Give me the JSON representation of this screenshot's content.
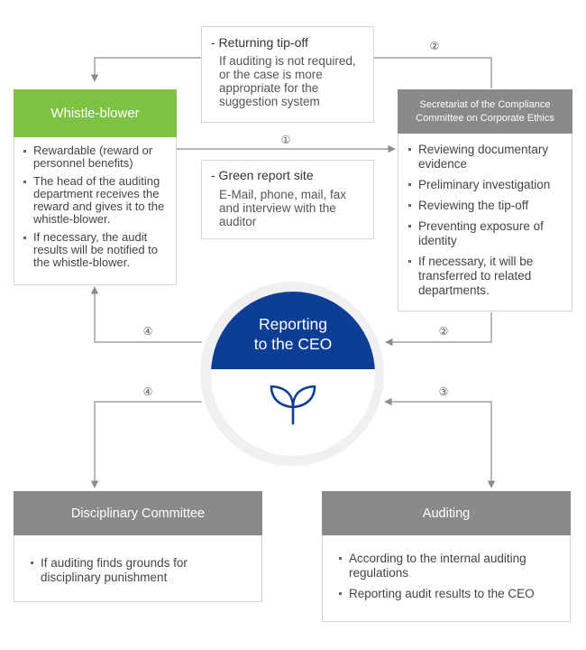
{
  "whistle_blower": {
    "title": "Whistle-blower",
    "items": [
      "Rewardable (reward or personnel benefits)",
      "The head of the auditing department receives the reward and gives it to the whistle-blower.",
      "If necessary, the audit results will be notified to the whistle-blower."
    ]
  },
  "secretariat": {
    "title_line1": "Secretariat of the Compliance",
    "title_line2": "Committee on Corporate Ethics",
    "items": [
      "Reviewing documentary evidence",
      "Preliminary investigation",
      "Reviewing the tip-off",
      "Preventing exposure of identity",
      "If necessary, it will be transferred to related departments."
    ]
  },
  "returning_note": {
    "title": "- Returning tip-off",
    "body": "If auditing is not required, or the case is more appropriate for the suggestion system"
  },
  "green_note": {
    "title": "- Green report site",
    "body": "E-Mail, phone, mail, fax and interview with the auditor"
  },
  "ceo": {
    "line1": "Reporting",
    "line2": "to the CEO",
    "icon": "sprout-icon"
  },
  "disciplinary": {
    "title": "Disciplinary Committee",
    "items": [
      "If auditing finds grounds for disciplinary punishment"
    ]
  },
  "auditing": {
    "title": "Auditing",
    "items": [
      "According to the internal auditing regulations",
      "Reporting audit results to the CEO"
    ]
  },
  "step_labels": {
    "s1": "①",
    "s2_top": "②",
    "s2_bottom": "②",
    "s3": "③",
    "s4_top": "④",
    "s4_bottom": "④"
  },
  "colors": {
    "green": "#7dc243",
    "navy": "#0d3e96",
    "gray_header": "#8a8a8a",
    "line": "#8c8c8c"
  }
}
